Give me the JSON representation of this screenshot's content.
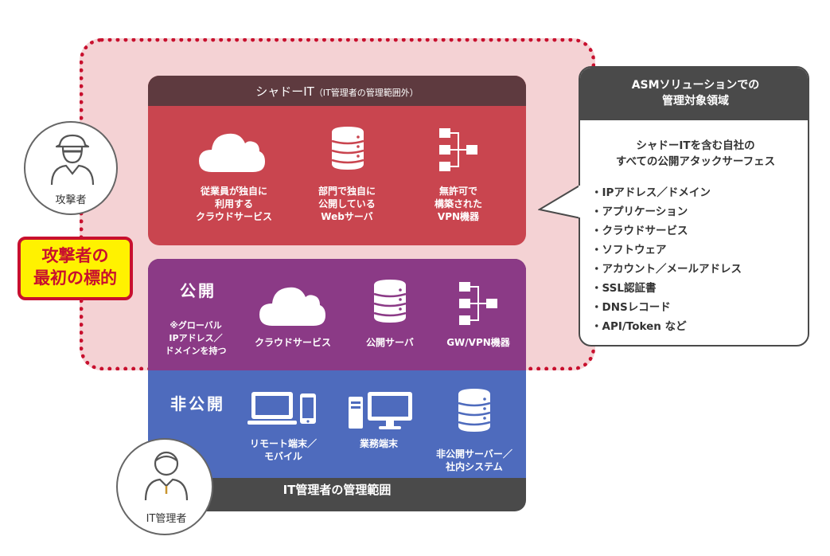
{
  "attacker": {
    "label": "攻撃者"
  },
  "target_badge": {
    "text": "攻撃者の\n最初の標的"
  },
  "shadow_it": {
    "title": "シャドーIT",
    "subtitle": "（IT管理者の管理範囲外）",
    "items": [
      {
        "icon": "cloud-icon",
        "label": "従業員が独自に\n利用する\nクラウドサービス"
      },
      {
        "icon": "database-icon",
        "label": "部門で独自に\n公開している\nWebサーバ"
      },
      {
        "icon": "network-icon",
        "label": "無許可で\n構築された\nVPN機器"
      }
    ]
  },
  "public": {
    "title": "公開",
    "note": "※グローバル\nIPアドレス／\nドメインを持つ",
    "items": [
      {
        "icon": "cloud-icon",
        "label": "クラウドサービス"
      },
      {
        "icon": "database-icon",
        "label": "公開サーバ"
      },
      {
        "icon": "network-icon",
        "label": "GW/VPN機器"
      }
    ]
  },
  "private": {
    "title": "非公開",
    "items": [
      {
        "icon": "laptop-mobile-icon",
        "label": "リモート端末／\nモバイル"
      },
      {
        "icon": "desktop-icon",
        "label": "業務端末"
      },
      {
        "icon": "database-icon",
        "label": "非公開サーバー／\n社内システム"
      }
    ]
  },
  "it_scope": {
    "label": "IT管理者の管理範囲"
  },
  "it_admin": {
    "label": "IT管理者"
  },
  "callout": {
    "title": "ASMソリューションでの\n管理対象領域",
    "subtitle": "シャドーITを含む自社の\nすべての公開アタックサーフェス",
    "items": [
      "・IPアドレス／ドメイン",
      "・アプリケーション",
      "・クラウドサービス",
      "・ソフトウェア",
      "・アカウント／メールアドレス",
      "・SSL認証書",
      "・DNSレコード",
      "・API/Token など"
    ]
  },
  "colors": {
    "attack_zone": "#f4d2d4",
    "dotted_border": "#c8102e",
    "shadow_it": "#c9454f",
    "shadow_header": "#5e3a3f",
    "public": "#8b3a86",
    "private": "#4e6bbd",
    "it_scope": "#4a4a4a",
    "badge": "#fff200"
  }
}
